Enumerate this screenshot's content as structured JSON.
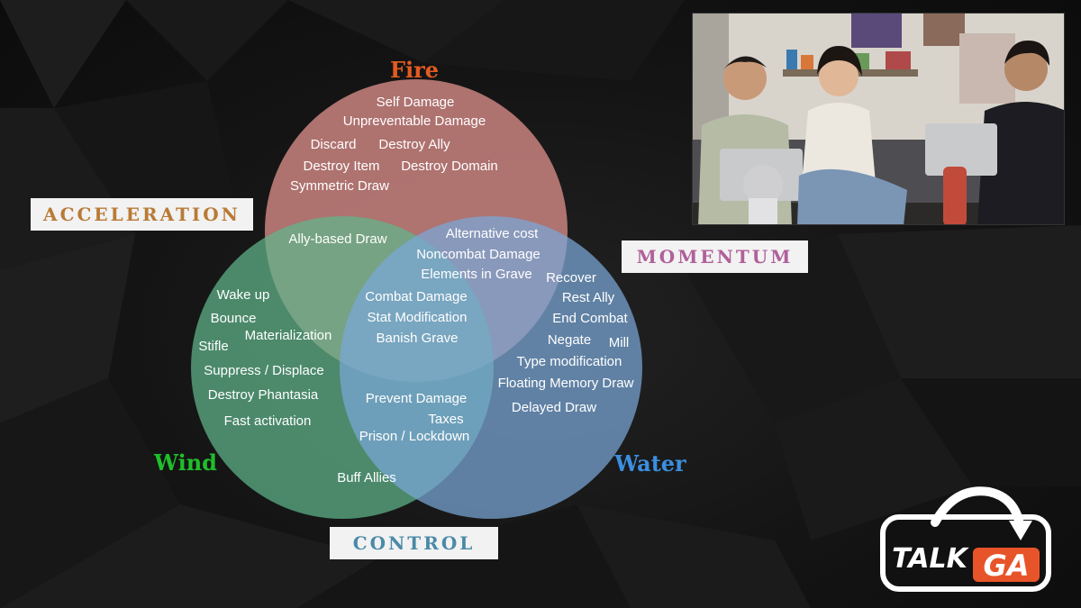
{
  "circles": [
    {
      "id": "fire",
      "title": "Fire",
      "title_color": "#e35b22",
      "fill": "#d48a86"
    },
    {
      "id": "wind",
      "title": "Wind",
      "title_color": "#1fbf2b",
      "fill": "#5fb58a"
    },
    {
      "id": "water",
      "title": "Water",
      "title_color": "#3b8fe0",
      "fill": "#7aa8d8"
    }
  ],
  "tags": {
    "acceleration": {
      "label": "ACCELERATION",
      "color": "#b97a35"
    },
    "momentum": {
      "label": "MOMENTUM",
      "color": "#b0609a"
    },
    "control": {
      "label": "CONTROL",
      "color": "#4a8aa8"
    }
  },
  "labels": {
    "fire": [
      "Self Damage",
      "Unpreventable Damage",
      "Discard",
      "Destroy Ally",
      "Destroy Item",
      "Destroy Domain",
      "Symmetric Draw"
    ],
    "fire_wind": [
      "Ally-based Draw"
    ],
    "fire_water": [
      "Alternative cost",
      "Noncombat Damage",
      "Elements in Grave"
    ],
    "center": [
      "Combat Damage",
      "Stat Modification",
      "Banish Grave"
    ],
    "wind": [
      "Wake up",
      "Bounce",
      "Materialization",
      "Stifle",
      "Suppress / Displace",
      "Destroy Phantasia",
      "Fast activation"
    ],
    "water": [
      "Recover",
      "Rest Ally",
      "End Combat",
      "Negate",
      "Mill",
      "Type modification",
      "Floating Memory Draw",
      "Delayed Draw"
    ],
    "wind_water": [
      "Prevent Damage",
      "Taxes",
      "Prison / Lockdown",
      "Buff Allies"
    ]
  },
  "logo": {
    "line1": "TALK",
    "line2": "GA",
    "accent": "#e8542a"
  }
}
